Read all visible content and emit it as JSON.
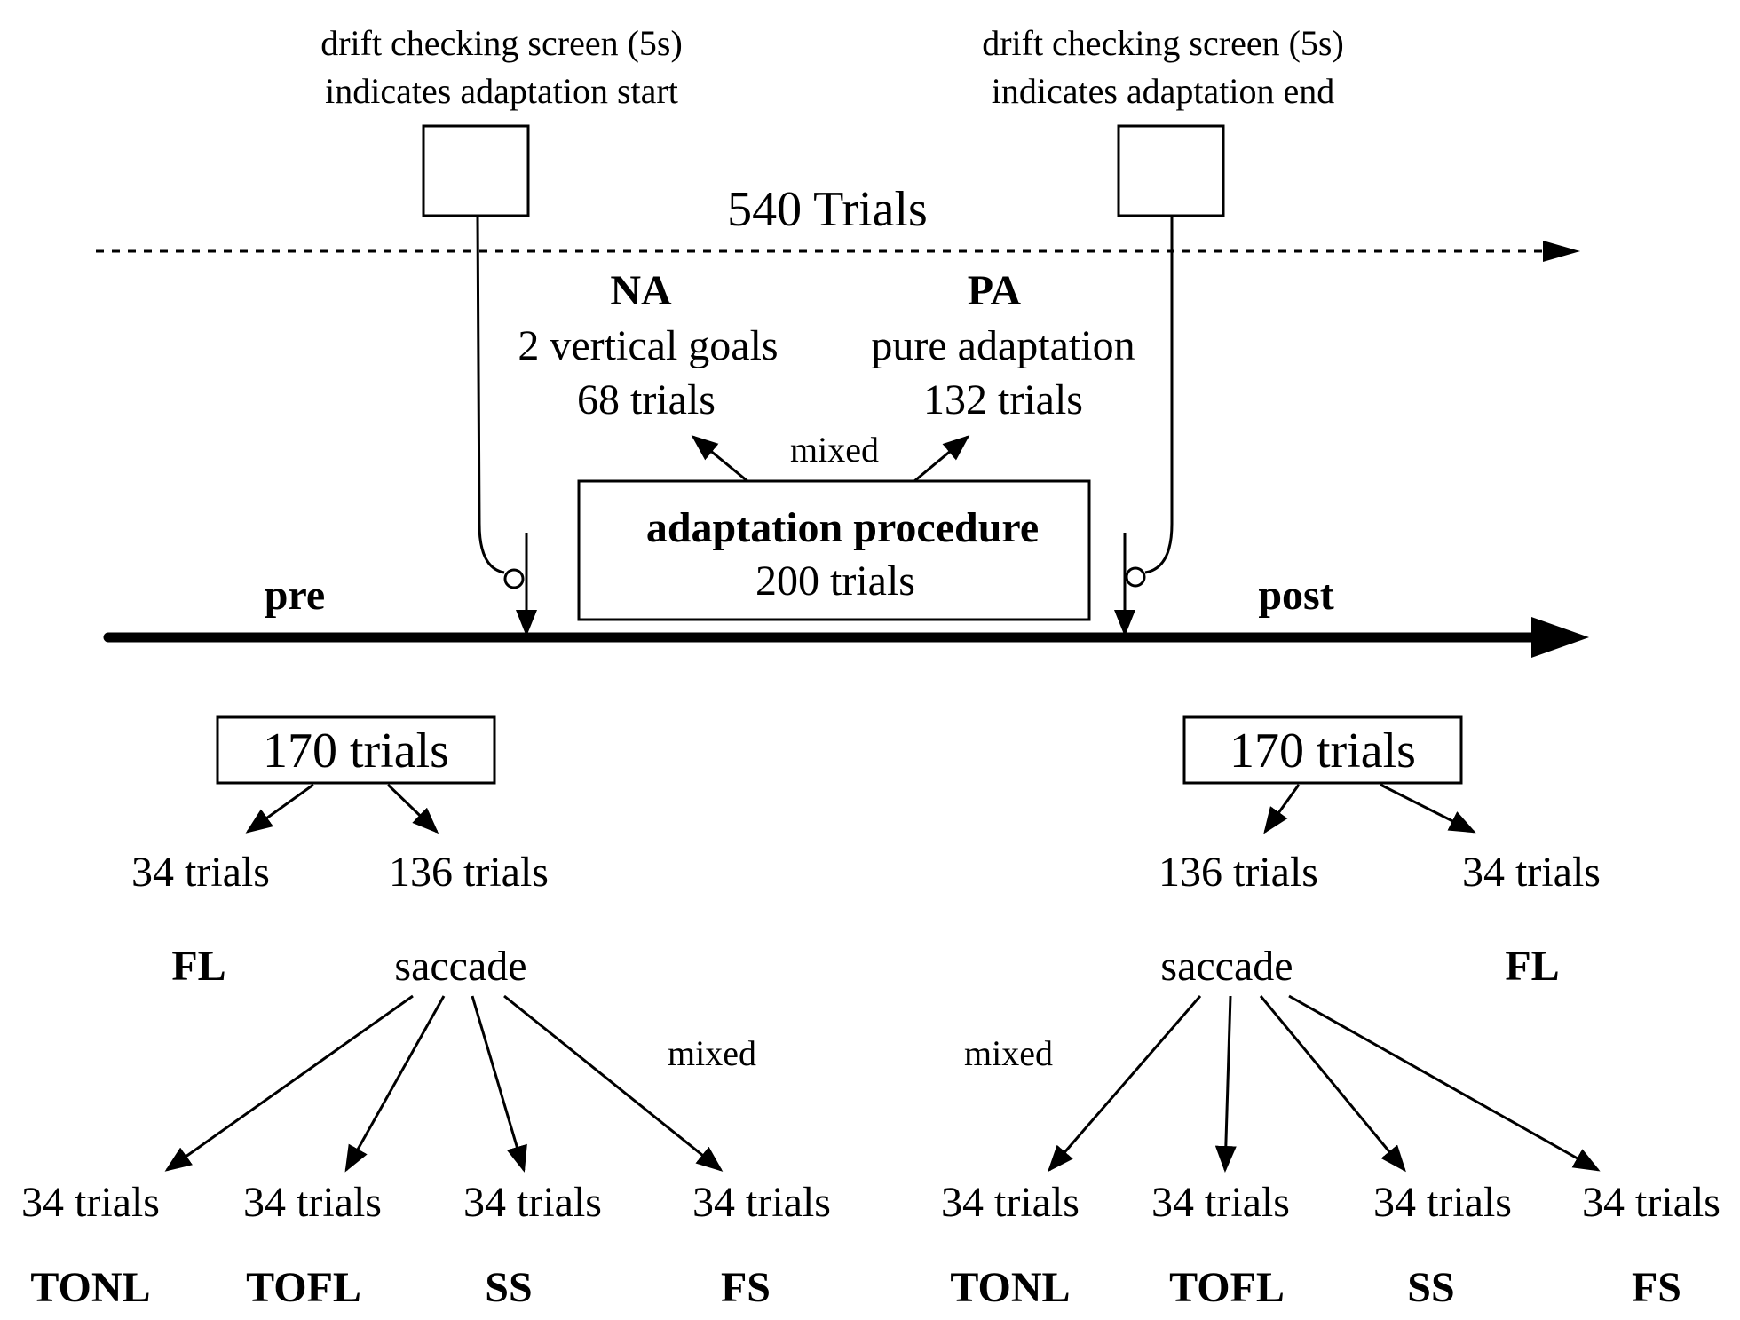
{
  "top": {
    "drift_start_line1": "drift checking screen (5s)",
    "drift_start_line2": "indicates adaptation start",
    "drift_end_line1": "drift checking screen (5s)",
    "drift_end_line2": "indicates adaptation end",
    "total_trials": "540 Trials"
  },
  "adaptation": {
    "na_label": "NA",
    "na_desc": "2 vertical goals",
    "na_trials": "68 trials",
    "pa_label": "PA",
    "pa_desc": "pure adaptation",
    "pa_trials": "132 trials",
    "mixed": "mixed",
    "box_title": "adaptation procedure",
    "box_trials": "200 trials"
  },
  "timeline": {
    "pre_label": "pre",
    "post_label": "post"
  },
  "pre": {
    "box": "170 trials",
    "left_trials": "34 trials",
    "right_trials": "136 trials",
    "fl": "FL",
    "saccade": "saccade",
    "mixed": "mixed",
    "conditions": [
      {
        "trials": "34 trials",
        "name": "TONL"
      },
      {
        "trials": "34 trials",
        "name": "TOFL"
      },
      {
        "trials": "34 trials",
        "name": "SS"
      },
      {
        "trials": "34 trials",
        "name": "FS"
      }
    ]
  },
  "post": {
    "box": "170 trials",
    "left_trials": "136 trials",
    "right_trials": "34 trials",
    "saccade": "saccade",
    "fl": "FL",
    "mixed": "mixed",
    "conditions": [
      {
        "trials": "34 trials",
        "name": "TONL"
      },
      {
        "trials": "34 trials",
        "name": "TOFL"
      },
      {
        "trials": "34 trials",
        "name": "SS"
      },
      {
        "trials": "34 trials",
        "name": "FS"
      }
    ]
  },
  "colors": {
    "ink": "#000000",
    "background": "#ffffff"
  }
}
